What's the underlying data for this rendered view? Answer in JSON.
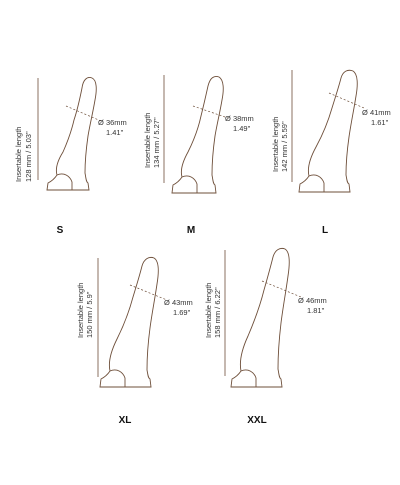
{
  "size_chart": {
    "length_caption": "Insertable length",
    "diameter_symbol": "Ø",
    "line_color": "#6e4f3a",
    "items": [
      {
        "size": "S",
        "length": "128 mm / 5.03\"",
        "diameter_mm": "36mm",
        "diameter_in": "1.41\""
      },
      {
        "size": "M",
        "length": "134 mm / 5.27\"",
        "diameter_mm": "38mm",
        "diameter_in": "1.49\""
      },
      {
        "size": "L",
        "length": "142 mm / 5.59\"",
        "diameter_mm": "41mm",
        "diameter_in": "1.61\""
      },
      {
        "size": "XL",
        "length": "150 mm / 5.9\"",
        "diameter_mm": "43mm",
        "diameter_in": "1.69\""
      },
      {
        "size": "XXL",
        "length": "158 mm / 6.22\"",
        "diameter_mm": "46mm",
        "diameter_in": "1.81\""
      }
    ]
  }
}
